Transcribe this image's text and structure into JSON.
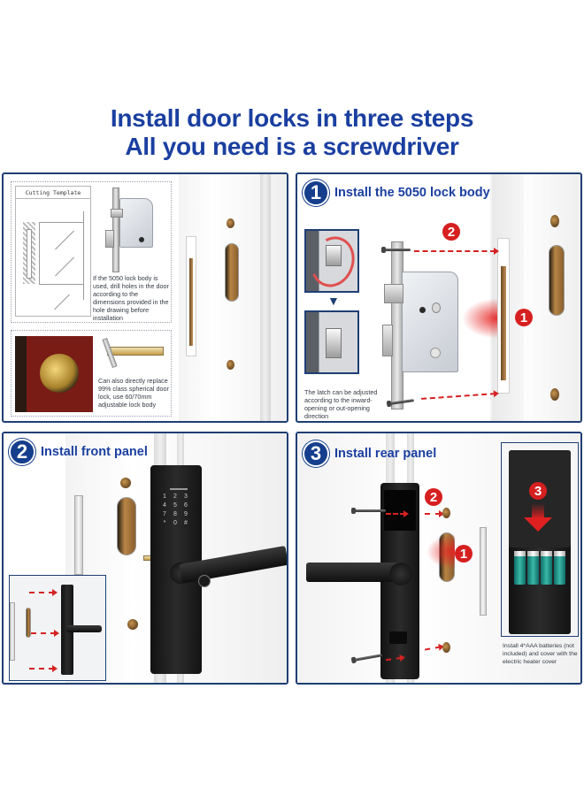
{
  "headline": {
    "line1": "Install door locks in three steps",
    "line2": "All you need is a screwdriver",
    "color": "#1a3fa0"
  },
  "panels": {
    "prep": {
      "cutting_template_title": "Cutting Template",
      "note_5050": "If the 5050 lock body is used, drill holes in the door according to the dimensions provided in the hole drawing before installation",
      "note_replace": "Can also directly replace 99% class spherical door lock, use 60/70mm adjustable lock body"
    },
    "step1": {
      "number": "1",
      "title": "Install the 5050 lock body",
      "latch_note": "The latch can be adjusted according to the inward-opening or out-opening direction",
      "markers": [
        "1",
        "2"
      ]
    },
    "step2": {
      "number": "2",
      "title": "Install front panel",
      "keypad": [
        "1",
        "2",
        "3",
        "4",
        "5",
        "6",
        "7",
        "8",
        "9",
        "*",
        "0",
        "#"
      ]
    },
    "step3": {
      "number": "3",
      "title": "Install rear panel",
      "markers": [
        "1",
        "2",
        "3"
      ],
      "battery_note": "Install 4*AAA batteries (not included) and cover with the electric heater cover"
    }
  },
  "colors": {
    "brand_blue": "#153e8c",
    "panel_border": "#1f3f73",
    "marker_red": "#d61f1f"
  }
}
